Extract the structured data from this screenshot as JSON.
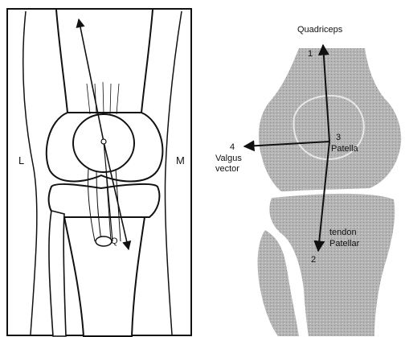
{
  "left_figure": {
    "side_left": "L",
    "side_right": "M",
    "angle_label": "Q"
  },
  "right_figure": {
    "top_label": "Quadriceps",
    "n1": "1",
    "n2": "2",
    "n3": "3",
    "n4": "4",
    "patella_label": "Patella",
    "valgus_line1": "Valgus",
    "valgus_line2": "vector",
    "tendon_line1": "tendon",
    "tendon_line2": "Patellar"
  },
  "colors": {
    "ink": "#111111",
    "bone_fill": "#a9a9a9",
    "paper": "#ffffff"
  }
}
